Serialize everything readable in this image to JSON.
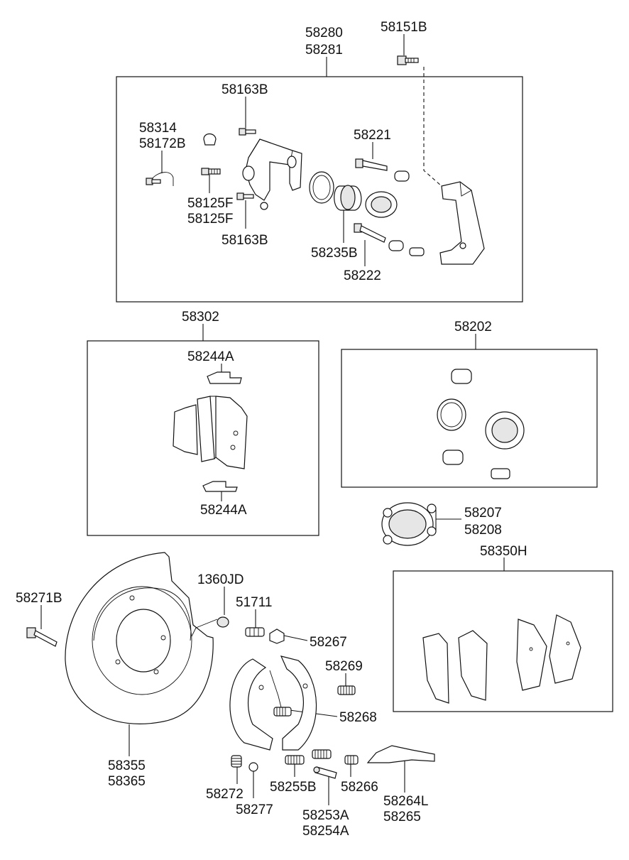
{
  "callouts": {
    "caliper_assy_a": "58280",
    "caliper_assy_b": "58281",
    "bolt_58151b": "58151B",
    "bolt_58163b_top": "58163B",
    "pin_58314": "58314",
    "pin_58172b": "58172B",
    "bleeder_58125f_a": "58125F",
    "bleeder_58125f_b": "58125F",
    "bolt_58163b_bottom": "58163B",
    "guide_58221": "58221",
    "piston_58235b": "58235B",
    "guide_58222": "58222",
    "pad_kit_58302": "58302",
    "clip_58244a_top": "58244A",
    "clip_58244a_bottom": "58244A",
    "seal_kit_58202": "58202",
    "boot_58207": "58207",
    "boot_58208": "58208",
    "shoe_kit_58350h": "58350H",
    "bolt_58271b": "58271B",
    "nut_1360jd": "1360JD",
    "adjuster_51711": "51711",
    "nut_58267": "58267",
    "spring_58269": "58269",
    "spring_58268": "58268",
    "plate_58355": "58355",
    "plate_58365": "58365",
    "spring_58272": "58272",
    "cup_58277": "58277",
    "spring_58255b": "58255B",
    "cylinder_58253a": "58253A",
    "cylinder_58254a": "58254A",
    "spring_58266": "58266",
    "lever_58264l": "58264L",
    "lever_58265": "58265"
  }
}
